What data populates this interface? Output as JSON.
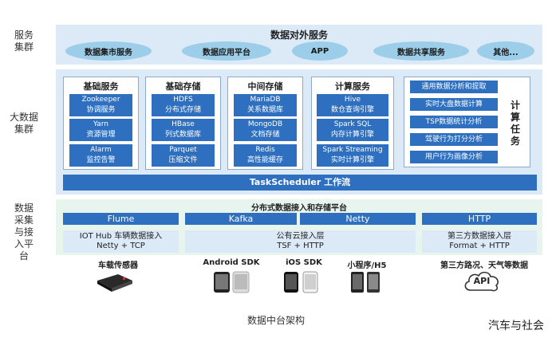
{
  "side_labels": {
    "service_cluster": "服务\n集群",
    "bigdata_cluster": "大数据\n集群",
    "collect_platform": "数据\n采集\n与接\n入平\n台"
  },
  "top": {
    "title": "数据对外服务",
    "services": [
      "数据集市服务",
      "数据应用平台",
      "APP",
      "数据共享服务",
      "其他..."
    ]
  },
  "columns": [
    {
      "title": "基础服务",
      "blocks": [
        [
          "Zookeeper",
          "协调服务"
        ],
        [
          "Yarn",
          "资源管理"
        ],
        [
          "Alarm",
          "监控告警"
        ]
      ]
    },
    {
      "title": "基础存储",
      "blocks": [
        [
          "HDFS",
          "分布式存储"
        ],
        [
          "HBase",
          "列式数据库"
        ],
        [
          "Parquet",
          "压缩文件"
        ]
      ]
    },
    {
      "title": "中间存储",
      "blocks": [
        [
          "MariaDB",
          "关系数据库"
        ],
        [
          "MongoDB",
          "文档存储"
        ],
        [
          "Redis",
          "高性能缓存"
        ]
      ]
    },
    {
      "title": "计算服务",
      "blocks": [
        [
          "Hive",
          "数仓查询引擎"
        ],
        [
          "Spark SQL",
          "内存计算引擎"
        ],
        [
          "Spark Streaming",
          "实时计算引擎"
        ]
      ]
    }
  ],
  "compute_tasks": {
    "label": "计算任务",
    "items": [
      "通用数据分析和提取",
      "实时大盘数据计算",
      "TSP数据统计分析",
      "驾驶行为打分分析",
      "用户行为画像分析"
    ]
  },
  "scheduler": "TaskScheduler 工作流",
  "ingest": {
    "title": "分布式数据接入和存储平台",
    "protocols": [
      "Flume",
      "Kafka",
      "Netty",
      "HTTP"
    ],
    "access": [
      [
        "IOT Hub 车辆数据接入",
        "Netty + TCP"
      ],
      [
        "公有云接入层",
        "TSF + HTTP"
      ],
      [
        "第三方数据接入层",
        "Format + HTTP"
      ]
    ]
  },
  "devices": [
    "车载传感器",
    "Android SDK",
    "iOS SDK",
    "小程序/H5",
    "第三方路况、天气等数据"
  ],
  "api_label": "API",
  "footer": "数据中台架构",
  "brand": "汽车与社会",
  "colors": {
    "dark_blue": "#2e6fbf",
    "light_blue": "#dce9f7",
    "oval_blue": "#9ccde9",
    "light_green": "#e8f4ee"
  }
}
